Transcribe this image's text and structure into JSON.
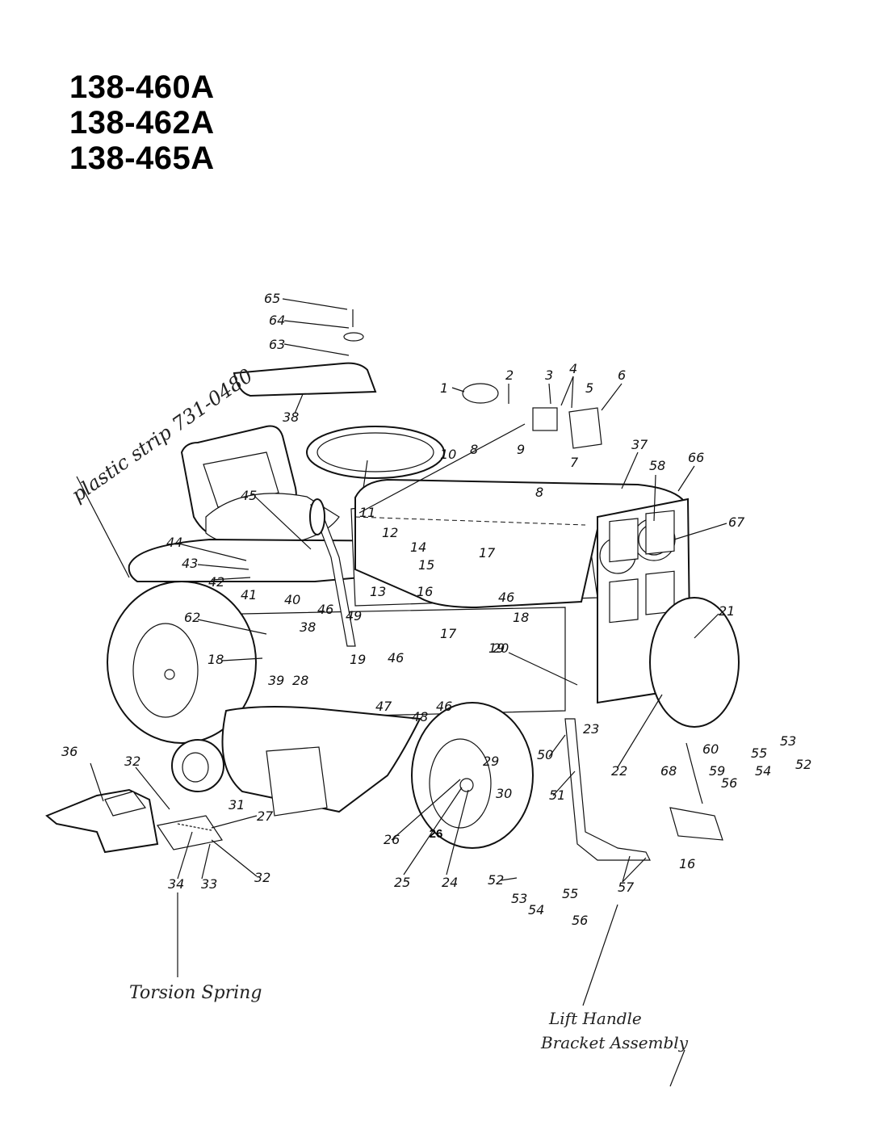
{
  "models": [
    "138-460A",
    "138-462A",
    "138-465A"
  ],
  "page_number": "26",
  "annotations": {
    "plastic_strip": "plastic strip 731-0480",
    "torsion_spring": "Torsion Spring",
    "lift_handle_line1": "Lift Handle",
    "lift_handle_line2": "Bracket Assembly"
  },
  "callouts": [
    "1",
    "2",
    "3",
    "4",
    "5",
    "6",
    "7",
    "8",
    "9",
    "10",
    "11",
    "12",
    "13",
    "14",
    "15",
    "16",
    "17",
    "18",
    "19",
    "20",
    "21",
    "22",
    "23",
    "24",
    "25",
    "26",
    "27",
    "28",
    "29",
    "30",
    "31",
    "32",
    "33",
    "34",
    "36",
    "37",
    "38",
    "39",
    "40",
    "41",
    "42",
    "43",
    "44",
    "45",
    "46",
    "47",
    "48",
    "49",
    "50",
    "51",
    "52",
    "53",
    "54",
    "55",
    "56",
    "57",
    "58",
    "59",
    "60",
    "62",
    "63",
    "64",
    "65",
    "66",
    "67",
    "68"
  ]
}
